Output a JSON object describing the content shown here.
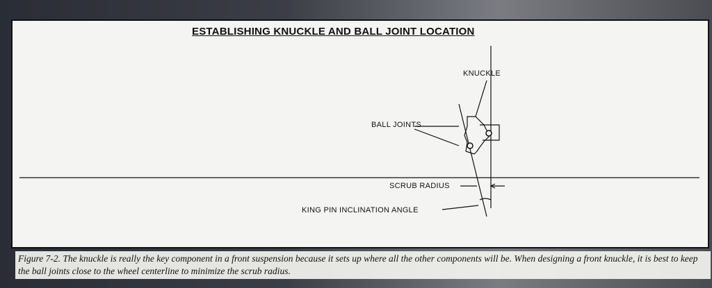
{
  "figure": {
    "title": "ESTABLISHING KNUCKLE AND BALL JOINT LOCATION",
    "labels": {
      "knuckle": "KNUCKLE",
      "ball_joints": "BALL JOINTS",
      "scrub_radius": "SCRUB RADIUS",
      "king_pin_angle": "KING PIN INCLINATION ANGLE"
    }
  },
  "caption": "Figure 7-2. The knuckle is really the key component in a front suspension because it sets up where all the other components will be. When designing a front knuckle, it is best to keep the ball joints close to the wheel centerline to minimize the scrub radius."
}
